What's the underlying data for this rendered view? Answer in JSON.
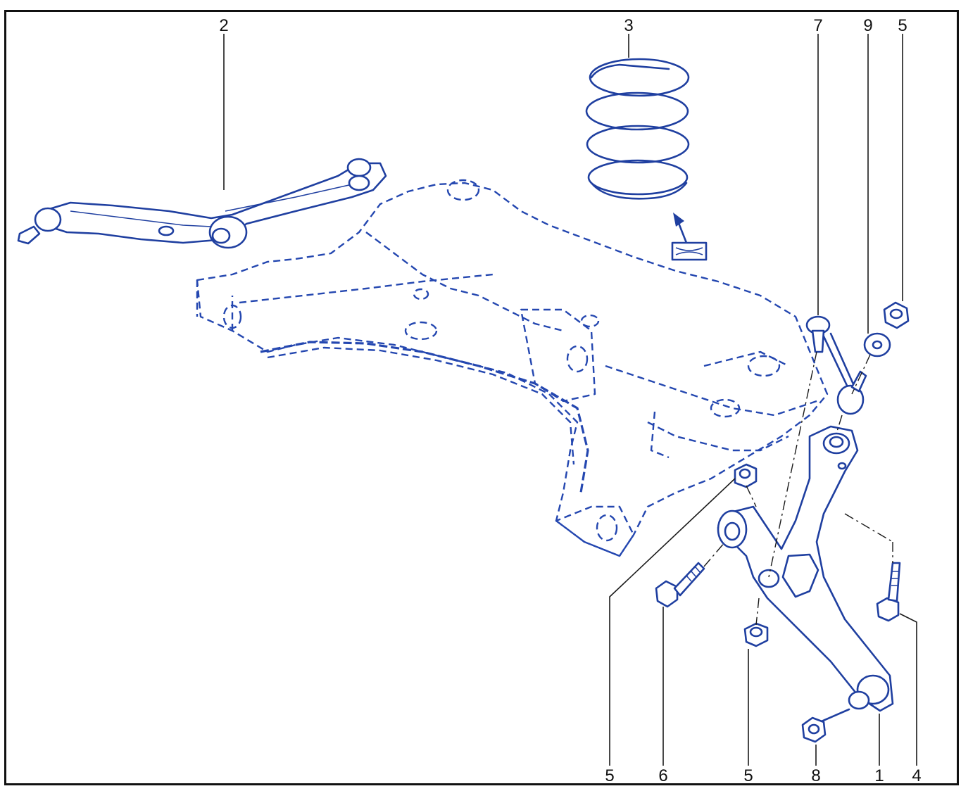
{
  "diagram": {
    "callouts": [
      {
        "id": "c2-top",
        "label": "2"
      },
      {
        "id": "c3-top",
        "label": "3"
      },
      {
        "id": "c7-top",
        "label": "7"
      },
      {
        "id": "c9-top",
        "label": "9"
      },
      {
        "id": "c5-topright",
        "label": "5"
      },
      {
        "id": "c5-bottom-a",
        "label": "5"
      },
      {
        "id": "c6-bottom",
        "label": "6"
      },
      {
        "id": "c5-bottom-b",
        "label": "5"
      },
      {
        "id": "c8-bottom",
        "label": "8"
      },
      {
        "id": "c1-bottom",
        "label": "1"
      },
      {
        "id": "c4-bottom",
        "label": "4"
      }
    ],
    "line_color": "#1f3fa0",
    "border_color": "#111111"
  }
}
